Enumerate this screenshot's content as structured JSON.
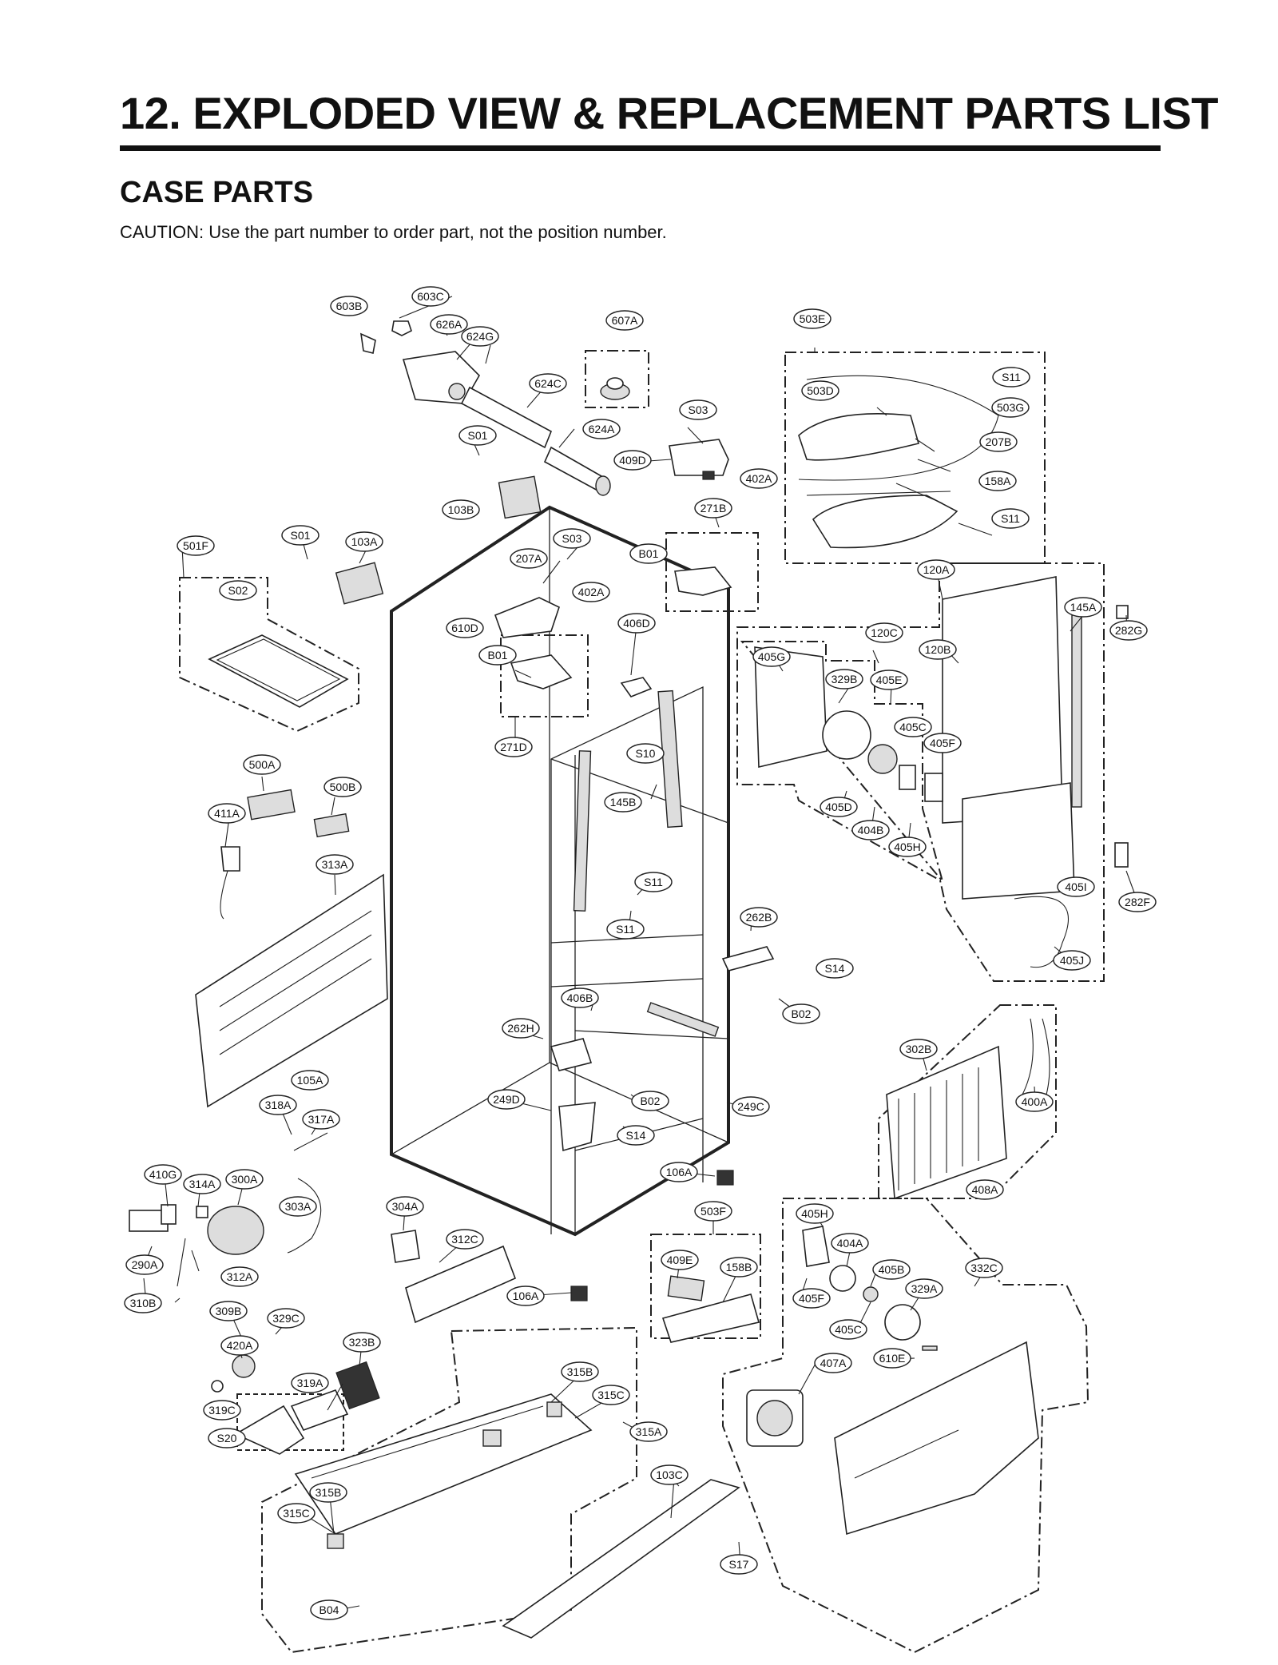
{
  "header": {
    "title": "12. EXPLODED VIEW & REPLACEMENT PARTS LIST",
    "subtitle": "CASE PARTS",
    "caution": "CAUTION: Use the part number to order part, not the position number."
  },
  "callouts": [
    "603B",
    "603C",
    "626A",
    "624G",
    "607A",
    "503E",
    "624C",
    "503D",
    "S11",
    "S03",
    "503G",
    "S01",
    "624A",
    "409D",
    "207B",
    "402A",
    "158A",
    "103B",
    "271B",
    "S11",
    "S01",
    "103A",
    "S03",
    "501F",
    "B01",
    "207A",
    "120A",
    "S02",
    "402A",
    "145A",
    "282G",
    "610D",
    "406D",
    "120C",
    "B01",
    "405G",
    "120B",
    "329B",
    "405E",
    "271D",
    "405C",
    "S10",
    "405F",
    "500A",
    "500B",
    "145B",
    "411A",
    "405D",
    "404B",
    "405H",
    "313A",
    "S11",
    "405I",
    "282F",
    "S11",
    "262B",
    "405J",
    "S14",
    "406B",
    "B02",
    "262H",
    "302B",
    "105A",
    "249D",
    "B02",
    "249C",
    "400A",
    "318A",
    "317A",
    "S14",
    "106A",
    "410G",
    "314A",
    "300A",
    "408A",
    "303A",
    "304A",
    "503F",
    "405H",
    "312C",
    "404A",
    "290A",
    "312A",
    "409E",
    "158B",
    "405B",
    "332C",
    "310B",
    "106A",
    "329A",
    "405F",
    "309B",
    "329C",
    "405C",
    "420A",
    "323B",
    "407A",
    "610E",
    "315B",
    "319A",
    "315C",
    "319C",
    "315A",
    "S20",
    "103C",
    "315B",
    "315C",
    "S17",
    "B04"
  ]
}
